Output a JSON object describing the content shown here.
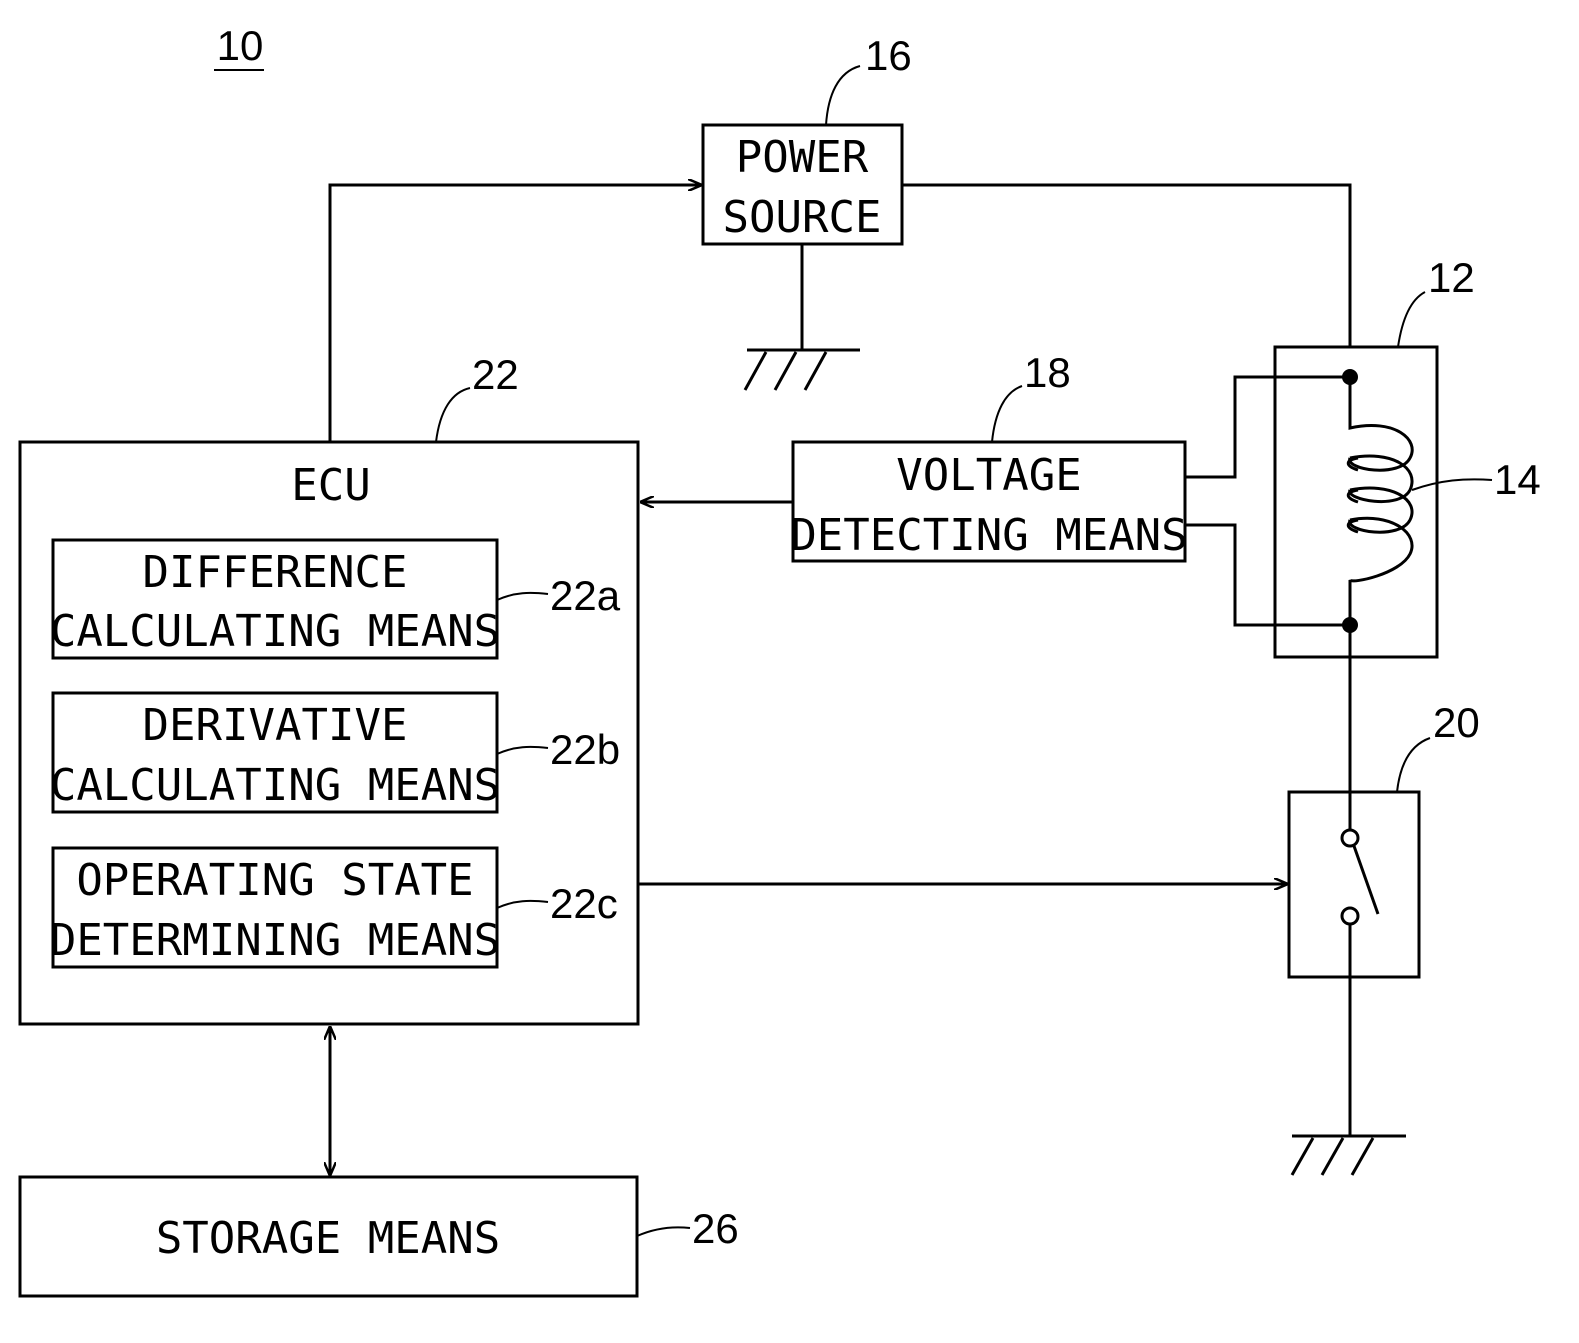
{
  "figure_ref": "10",
  "blocks": {
    "power_source": {
      "ref": "16",
      "line1": "POWER",
      "line2": "SOURCE"
    },
    "voltage_detecting": {
      "ref": "18",
      "line1": "VOLTAGE",
      "line2": "DETECTING MEANS"
    },
    "ecu": {
      "ref": "22",
      "label": "ECU"
    },
    "difference": {
      "ref": "22a",
      "line1": "DIFFERENCE",
      "line2": "CALCULATING MEANS"
    },
    "derivative": {
      "ref": "22b",
      "line1": "DERIVATIVE",
      "line2": "CALCULATING MEANS"
    },
    "operating_state": {
      "ref": "22c",
      "line1": "OPERATING STATE",
      "line2": "DETERMINING MEANS"
    },
    "storage": {
      "ref": "26",
      "label": "STORAGE MEANS"
    }
  },
  "components": {
    "solenoid_unit": {
      "ref": "12"
    },
    "coil": {
      "ref": "14"
    },
    "switch": {
      "ref": "20"
    }
  }
}
